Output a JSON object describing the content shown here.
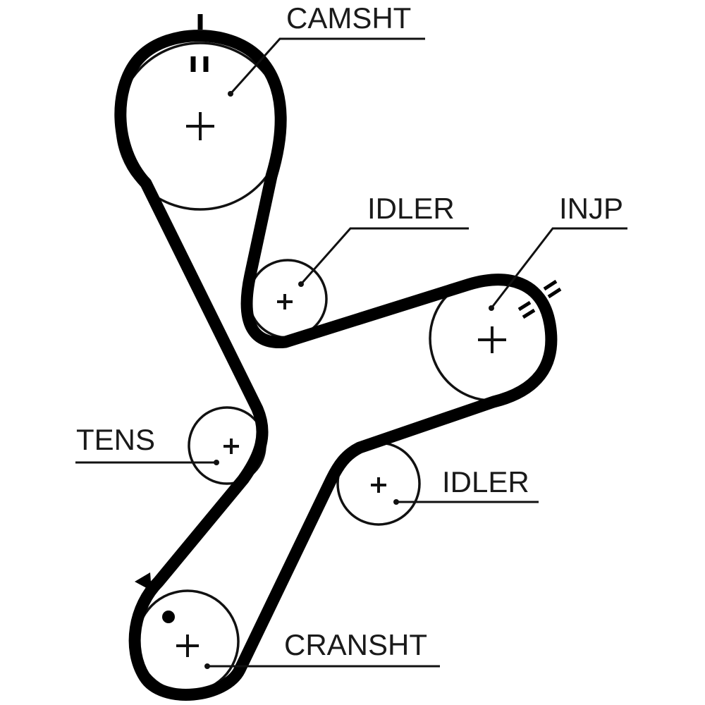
{
  "diagram": {
    "title": "Timing belt routing",
    "labels": {
      "camshaft": "CAMSHT",
      "idler_upper": "IDLER",
      "injection_pump": "INJP",
      "tensioner": "TENS",
      "idler_lower": "IDLER",
      "crankshaft": "CRANSHT"
    },
    "timing_marks": {
      "camshaft_outer": "I",
      "camshaft_inner": "II",
      "injp_outer": "II",
      "injp_inner": "II"
    },
    "rotation_indicator": "triangle-arrow",
    "colors": {
      "belt": "#000000",
      "line": "#111111",
      "background": "#ffffff"
    }
  }
}
